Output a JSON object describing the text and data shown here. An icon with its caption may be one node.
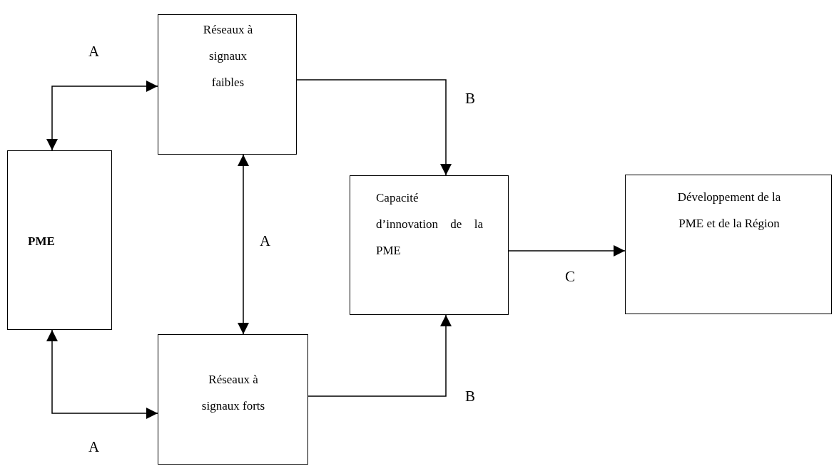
{
  "diagram": {
    "nodes": [
      {
        "text": [
          "PME"
        ]
      },
      {
        "text": [
          "Réseaux à signaux faibles"
        ]
      },
      {
        "text": [
          "Réseaux à signaux forts"
        ]
      },
      {
        "text": [
          "Capacité d’innovation de la PME"
        ]
      },
      {
        "text": [
          "Développement de la PME et de la Région"
        ]
      }
    ],
    "edges": [
      {
        "from": 0,
        "to": 1,
        "arrow": "both",
        "label": "A"
      },
      {
        "from": 0,
        "to": 2,
        "arrow": "both",
        "label": "A"
      },
      {
        "from": 1,
        "to": 2,
        "arrow": "both",
        "label": "A"
      },
      {
        "from": 1,
        "to": 3,
        "arrow": "to",
        "label": "B"
      },
      {
        "from": 2,
        "to": 3,
        "arrow": "to",
        "label": "B"
      },
      {
        "from": 3,
        "to": 4,
        "arrow": "to",
        "label": "C"
      }
    ]
  }
}
